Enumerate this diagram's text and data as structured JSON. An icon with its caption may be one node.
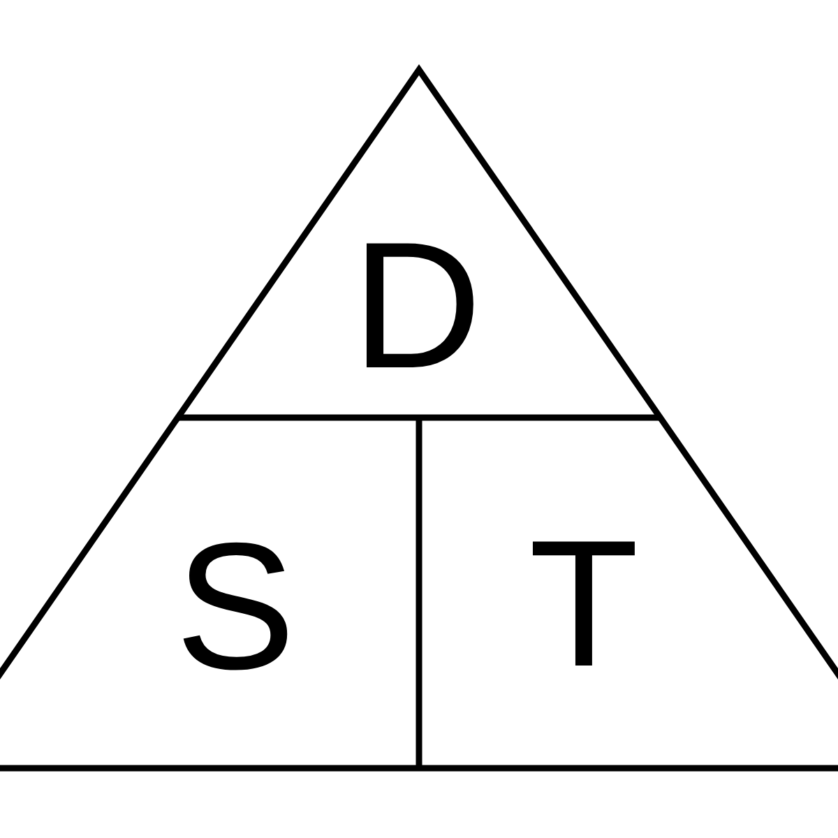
{
  "diagram": {
    "nodes": [
      {
        "text": [
          "D"
        ]
      },
      {
        "text": [
          "S"
        ]
      },
      {
        "text": [
          "T"
        ]
      }
    ]
  }
}
